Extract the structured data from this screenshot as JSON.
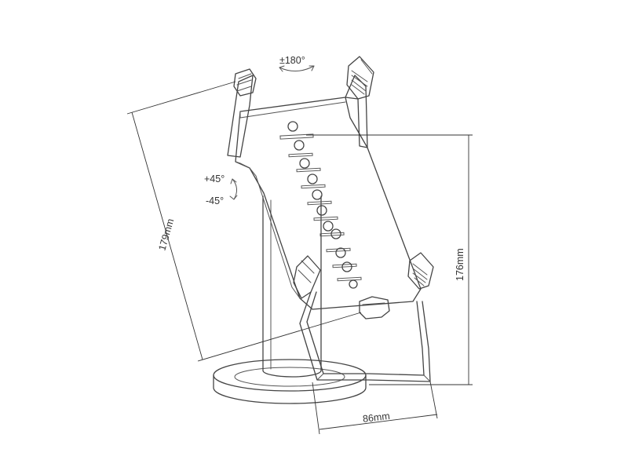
{
  "labels": {
    "rotation": "±180°",
    "tilt_up": "+45°",
    "tilt_down": "-45°",
    "diag_height": "179mm",
    "height": "176mm",
    "width": "86mm"
  },
  "colors": {
    "line": "#444444",
    "background": "#ffffff"
  }
}
